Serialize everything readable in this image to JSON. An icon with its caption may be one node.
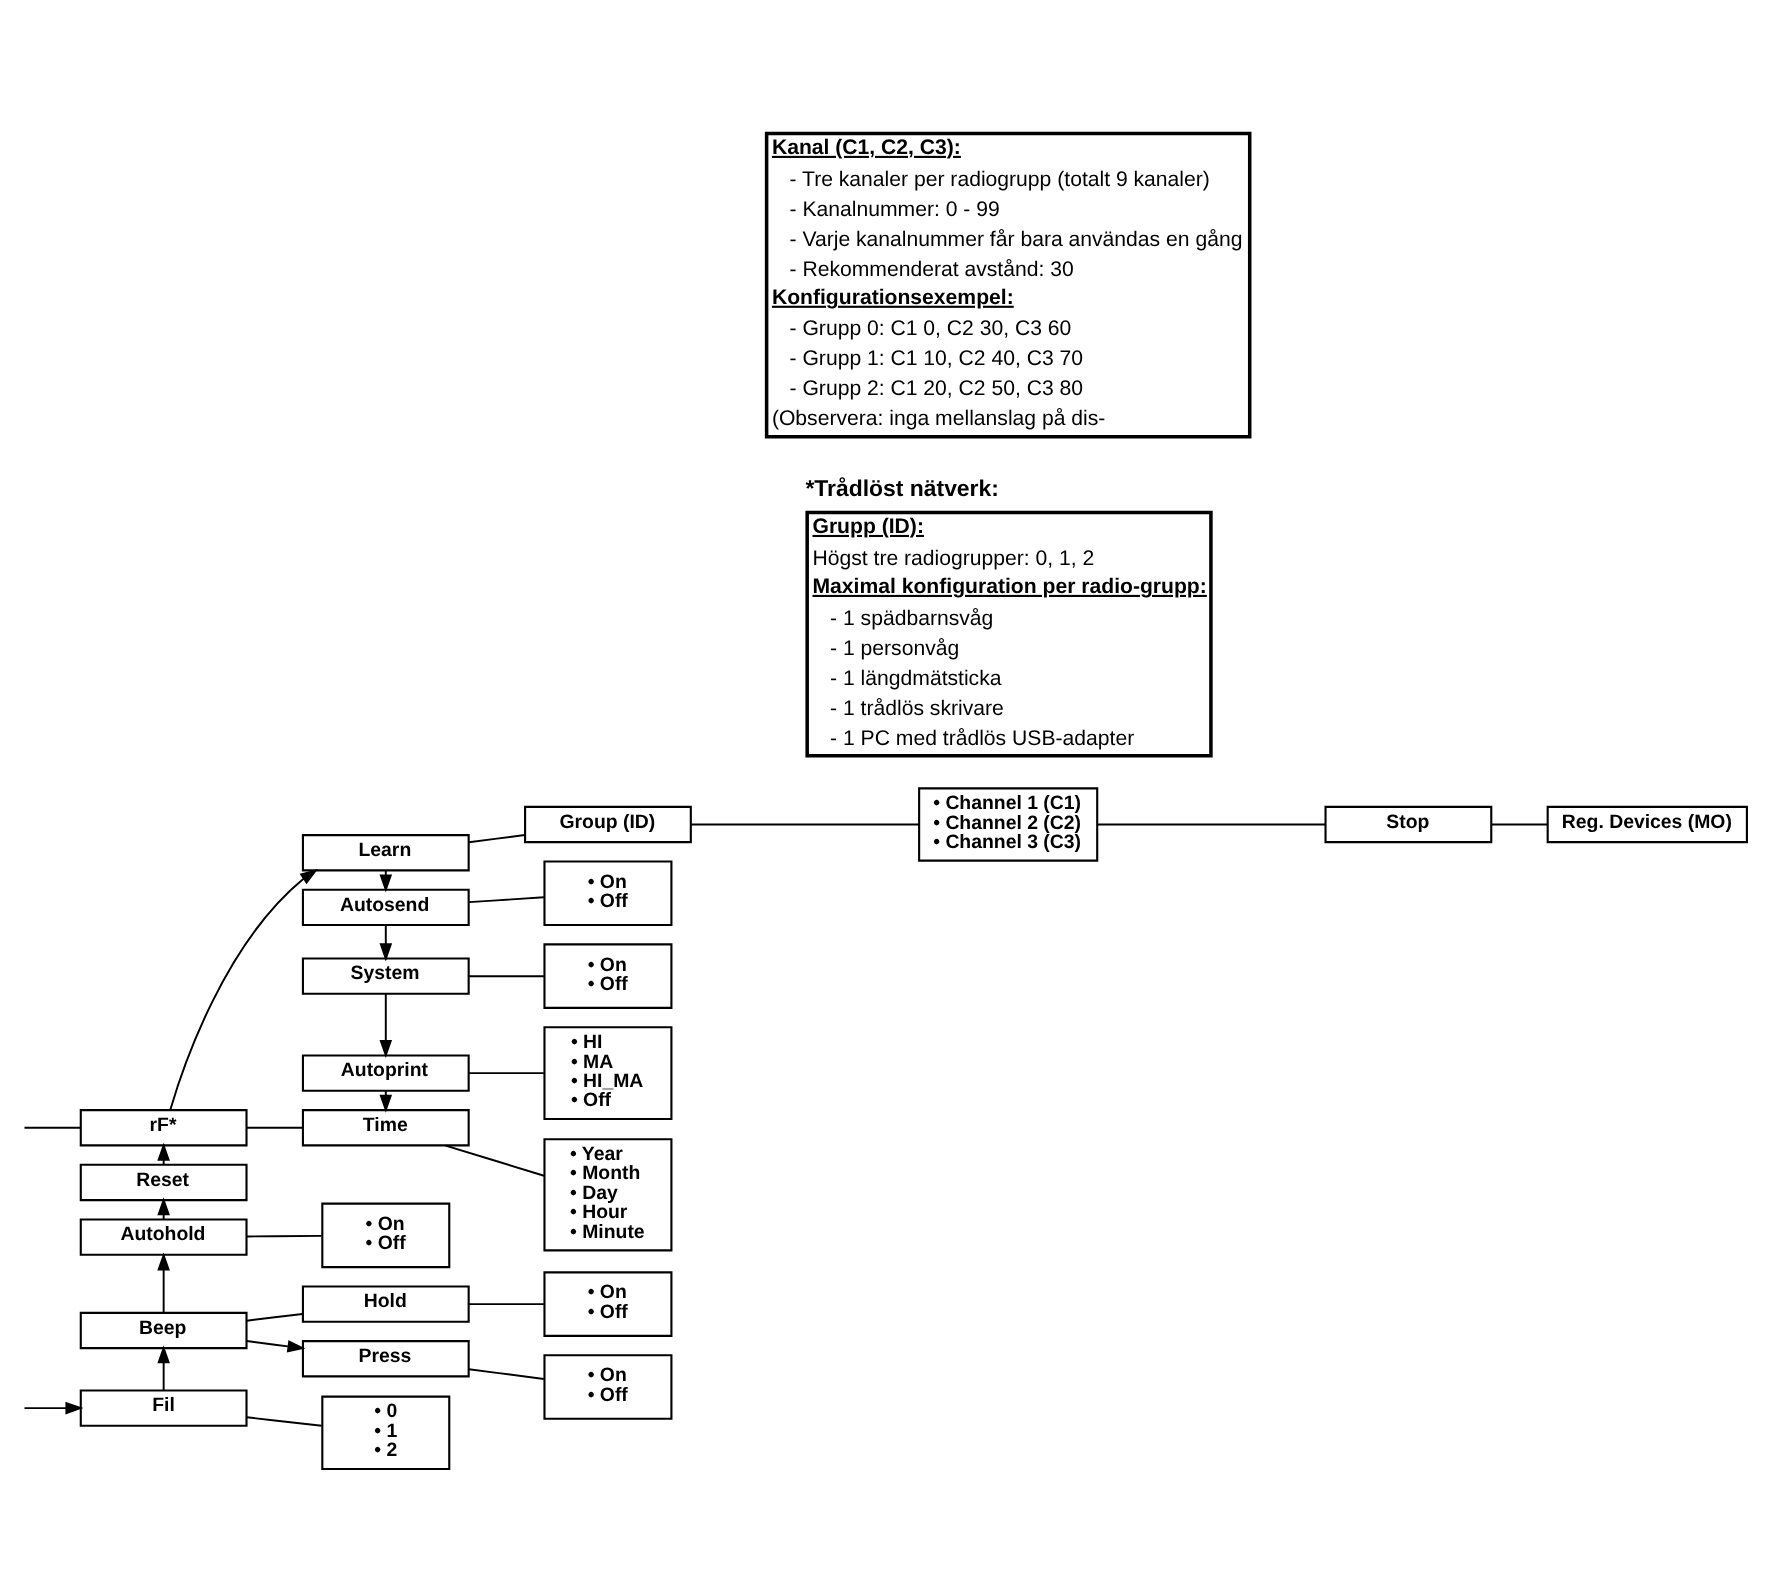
{
  "diagram": {
    "nodes": [
      {
        "text": [
          "rF*"
        ]
      },
      {
        "text": [
          "Learn"
        ]
      },
      {
        "text": [
          "Group (ID)"
        ]
      },
      {
        "text": [
          "• Channel 1 (C1)",
          "• Channel 2 (C2)",
          "• Channel 3 (C3)"
        ]
      },
      {
        "text": [
          "Stop"
        ]
      },
      {
        "text": [
          "Reg. Devices (MO)"
        ]
      },
      {
        "text": [
          "Autosend"
        ]
      },
      {
        "text": [
          "• On",
          "• Off"
        ]
      },
      {
        "text": [
          "System"
        ]
      },
      {
        "text": [
          "• On",
          "• Off"
        ]
      },
      {
        "text": [
          "Autoprint"
        ]
      },
      {
        "text": [
          "• HI",
          "• MA",
          "• HI_MA",
          "• Off"
        ]
      },
      {
        "text": [
          "Time"
        ]
      },
      {
        "text": [
          "• Year",
          "• Month",
          "• Day",
          "• Hour",
          "• Minute"
        ]
      },
      {
        "text": [
          "Reset"
        ]
      },
      {
        "text": [
          "Autohold"
        ]
      },
      {
        "text": [
          "• On",
          "• Off"
        ]
      },
      {
        "text": [
          "Beep"
        ]
      },
      {
        "text": [
          "Press"
        ]
      },
      {
        "text": [
          "• On",
          "• Off"
        ]
      },
      {
        "text": [
          "Hold"
        ]
      },
      {
        "text": [
          "• On",
          "• Off"
        ]
      },
      {
        "text": [
          "Fil"
        ]
      },
      {
        "text": [
          "• 0",
          "• 1",
          "• 2"
        ]
      },
      {
        "text": [
          "*Trådlöst nätverk:",
          "Grupp (ID):",
          "Högst tre radiogrupper: 0, 1, 2",
          "Maximal konfiguration per radio-grupp:",
          "- 1 spädbarnsvåg",
          "- 1 personvåg",
          "- 1 längdmätsticka",
          "- 1 trådlös skrivare",
          "- 1 PC med trådlös USB-adapter"
        ]
      },
      {
        "text": [
          "Kanal (C1, C2, C3):",
          "- Tre kanaler per radiogrupp (totalt 9 kanaler)",
          "- Kanalnummer: 0 - 99",
          "- Varje kanalnummer får bara användas en gång",
          "- Rekommenderat avstånd: 30",
          "Konfigurationsexempel:",
          "- Grupp 0: C1 0, C2 30, C3 60",
          "- Grupp 1: C1 10, C2 40, C3 70",
          "- Grupp 2: C1 20, C2 50, C3 80",
          "(Observera: inga mellanslag på dis-"
        ]
      }
    ],
    "edges": [
      {
        "from": 0,
        "to": 1,
        "arrow": "to"
      },
      {
        "from": 0,
        "to": 12,
        "arrow": "none"
      },
      {
        "from": 1,
        "to": 2,
        "arrow": "none"
      },
      {
        "from": 2,
        "to": 3,
        "arrow": "none"
      },
      {
        "from": 3,
        "to": 4,
        "arrow": "none"
      },
      {
        "from": 4,
        "to": 5,
        "arrow": "none"
      },
      {
        "from": 1,
        "to": 6,
        "arrow": "to"
      },
      {
        "from": 6,
        "to": 7,
        "arrow": "none"
      },
      {
        "from": 6,
        "to": 8,
        "arrow": "to"
      },
      {
        "from": 8,
        "to": 9,
        "arrow": "none"
      },
      {
        "from": 8,
        "to": 10,
        "arrow": "to"
      },
      {
        "from": 10,
        "to": 11,
        "arrow": "none"
      },
      {
        "from": 10,
        "to": 12,
        "arrow": "to"
      },
      {
        "from": 12,
        "to": 13,
        "arrow": "none"
      },
      {
        "from": 14,
        "to": 0,
        "arrow": "to"
      },
      {
        "from": 15,
        "to": 14,
        "arrow": "to"
      },
      {
        "from": 15,
        "to": 16,
        "arrow": "none"
      },
      {
        "from": 17,
        "to": 15,
        "arrow": "to"
      },
      {
        "from": 17,
        "to": 18,
        "arrow": "to"
      },
      {
        "from": 18,
        "to": 19,
        "arrow": "none"
      },
      {
        "from": 17,
        "to": 20,
        "arrow": "none"
      },
      {
        "from": 20,
        "to": 21,
        "arrow": "none"
      },
      {
        "from": 22,
        "to": 17,
        "arrow": "to"
      },
      {
        "from": 22,
        "to": 23,
        "arrow": "none"
      },
      {
        "from": null,
        "to": 22,
        "arrow": "to"
      },
      {
        "from": 0,
        "to": null,
        "arrow": "none"
      }
    ]
  }
}
